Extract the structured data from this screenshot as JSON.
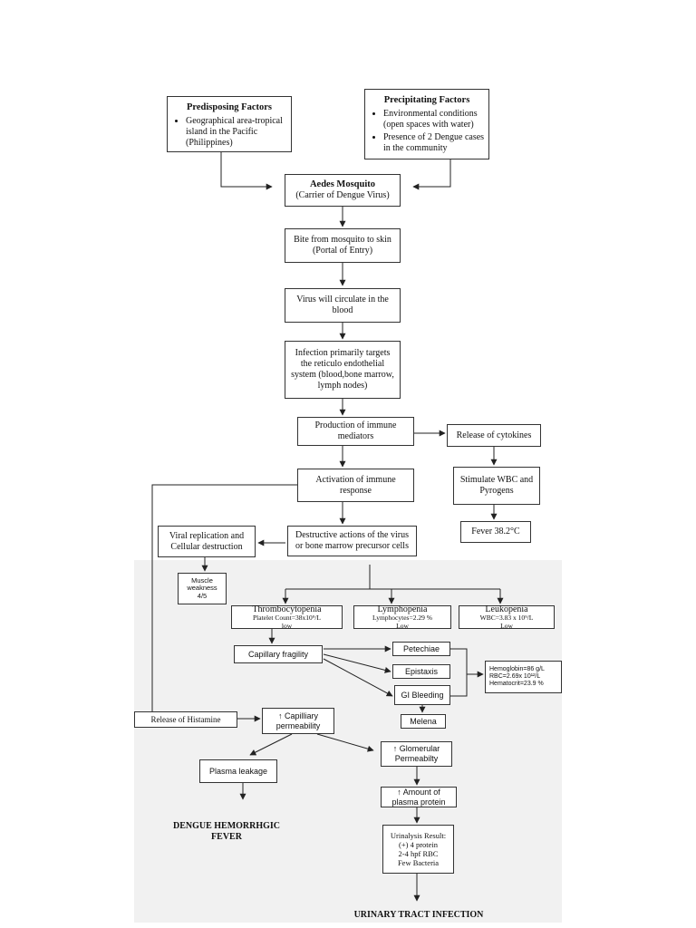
{
  "predisposing": {
    "title": "Predisposing Factors",
    "items": [
      "Geographical area-tropical island in the Pacific (Philippines)"
    ]
  },
  "precipitating": {
    "title": "Precipitating Factors",
    "items": [
      "Environmental conditions (open spaces with water)",
      "Presence of 2 Dengue cases in the community"
    ]
  },
  "aedes": {
    "title": "Aedes Mosquito",
    "sub": "(Carrier of Dengue Virus)"
  },
  "bite": "Bite from mosquito to skin (Portal of Entry)",
  "circulate": "Virus will circulate in the blood",
  "targets": "Infection primarily targets the reticulo endothelial system (blood,bone marrow, lymph nodes)",
  "production": "Production of immune mediators",
  "cytokines": "Release of cytokines",
  "activation": "Activation of immune response",
  "stimulate": "Stimulate WBC and Pyrogens",
  "fever": "Fever 38.2°C",
  "viral": "Viral replication and Cellular destruction",
  "destructive": "Destructive actions of the virus or bone marrow precursor cells",
  "muscle": "Muscle weakness 4/5",
  "thrombo": {
    "title": "Thrombocytopenia",
    "detail": "Platelet Count=38x10⁹/L",
    "status": "low"
  },
  "lympho": {
    "title": "Lymphopenia",
    "detail": "Lymphocytes=2.29 %",
    "status": "Low"
  },
  "leuko": {
    "title": "Leukopenia",
    "detail": "WBC=3.83 x 10⁹/L",
    "status": "Low"
  },
  "capillary_fragility": "Capillary fragility",
  "petechiae": "Petechiae",
  "epistaxis": "Epistaxis",
  "gi": "GI Bleeding",
  "melena": "Melena",
  "labs": [
    "Hemoglobin=86 g/L",
    "RBC=2.69x 10¹²/L",
    "Hematocrit=23.9 %"
  ],
  "histamine": "Release of Histamine",
  "cap_perm": "↑ Capilliary permeability",
  "plasma_leak": "Plasma leakage",
  "glom_perm": "↑ Glomerular Permeabilty",
  "plasma_protein": "↑ Amount of plasma protein",
  "urinalysis": [
    "Urinalysis Result:",
    "(+) 4 protein",
    "2-4 hpf RBC",
    "Few Bacteria"
  ],
  "dhf": "DENGUE HEMORRHGIC FEVER",
  "uti": "URINARY TRACT INFECTION"
}
